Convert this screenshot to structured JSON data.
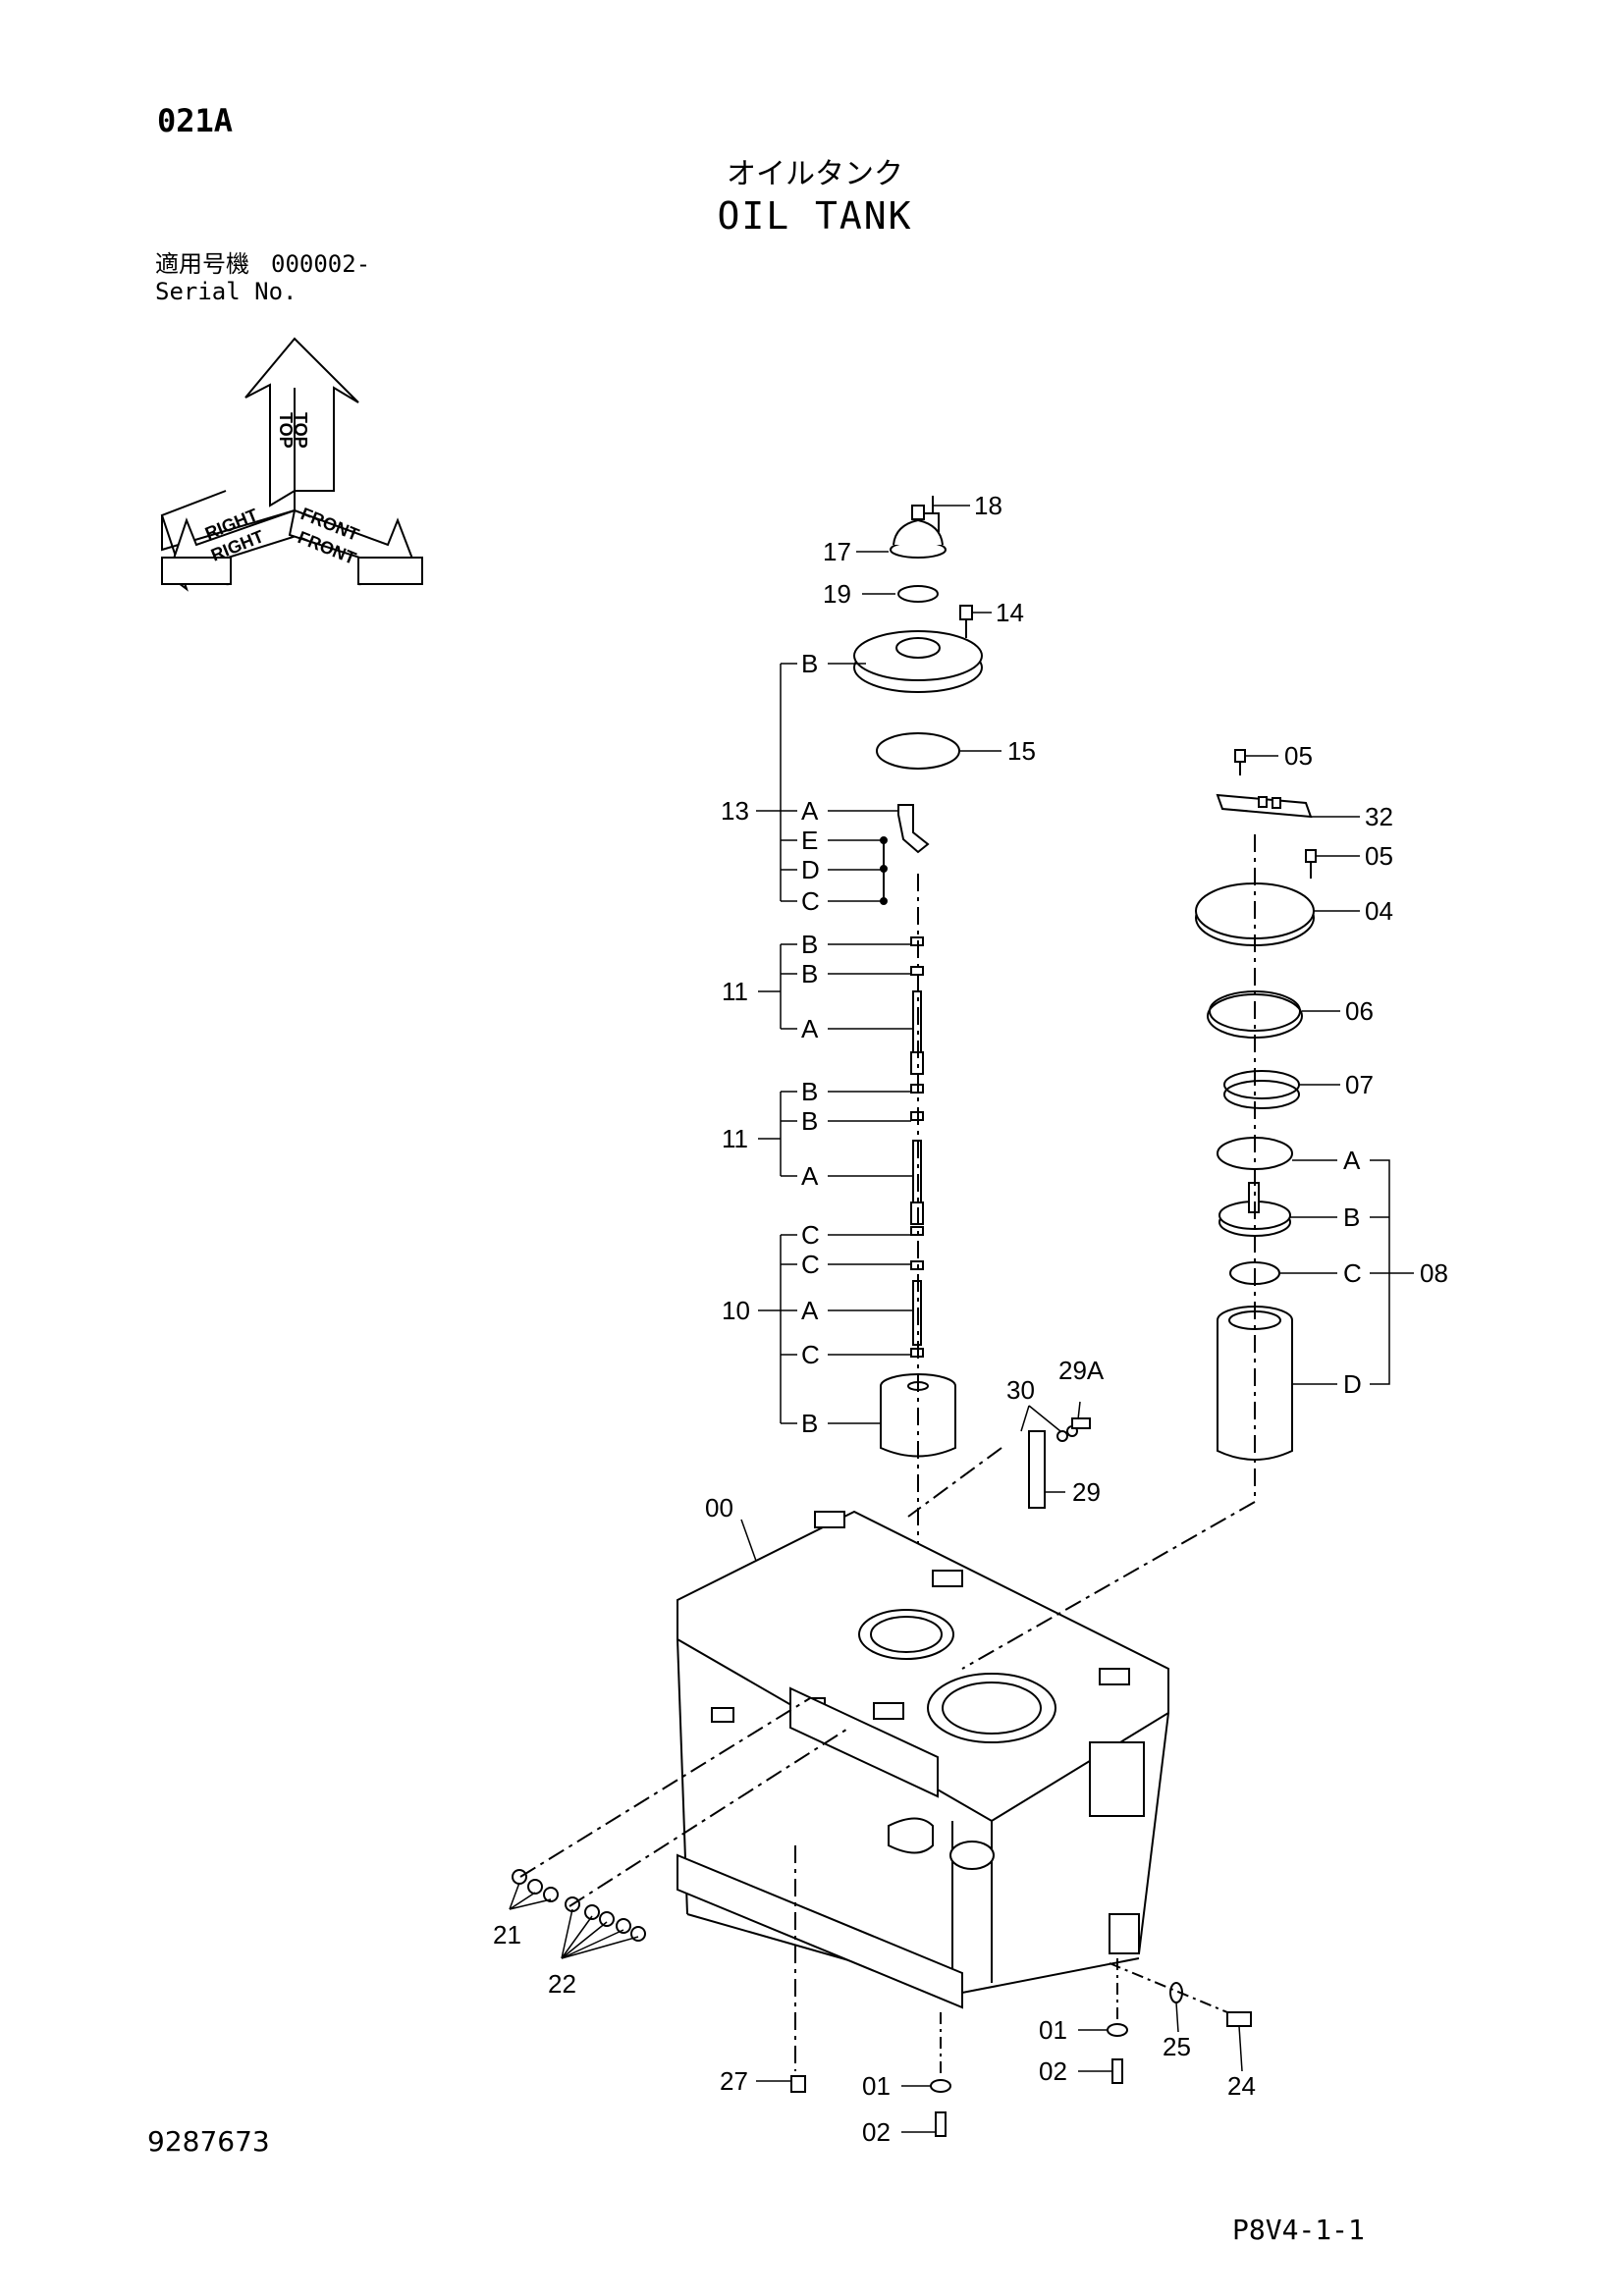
{
  "header": {
    "page_code": "021A",
    "title_jp": "オイルタンク",
    "title_en": "OIL TANK"
  },
  "serial": {
    "label_jp": "適用号機",
    "label_en": "Serial No.",
    "range": "000002-"
  },
  "orientation": {
    "top": "TOP",
    "right": "RIGHT",
    "front": "FRONT"
  },
  "callouts": {
    "c18": "18",
    "c17": "17",
    "c19": "19",
    "c14": "14",
    "c15": "15",
    "c13": "13",
    "c13B": "B",
    "c13A": "A",
    "c13E": "E",
    "c13D": "D",
    "c13C": "C",
    "c11a": "11",
    "c11aB1": "B",
    "c11aB2": "B",
    "c11aA": "A",
    "c11b": "11",
    "c11bB1": "B",
    "c11bB2": "B",
    "c11bA": "A",
    "c10": "10",
    "c10C1": "C",
    "c10C2": "C",
    "c10A": "A",
    "c10C3": "C",
    "c10B": "B",
    "c05a": "05",
    "c32": "32",
    "c05b": "05",
    "c04": "04",
    "c06": "06",
    "c07": "07",
    "c08": "08",
    "c08A": "A",
    "c08B": "B",
    "c08C": "C",
    "c08D": "D",
    "c30": "30",
    "c29A": "29A",
    "c29": "29",
    "c00": "00",
    "c21": "21",
    "c22": "22",
    "c27": "27",
    "c01a": "01",
    "c02a": "02",
    "c01b": "01",
    "c02b": "02",
    "c25": "25",
    "c24": "24"
  },
  "footer": {
    "doc_number": "9287673",
    "page_ref": "P8V4-1-1"
  }
}
